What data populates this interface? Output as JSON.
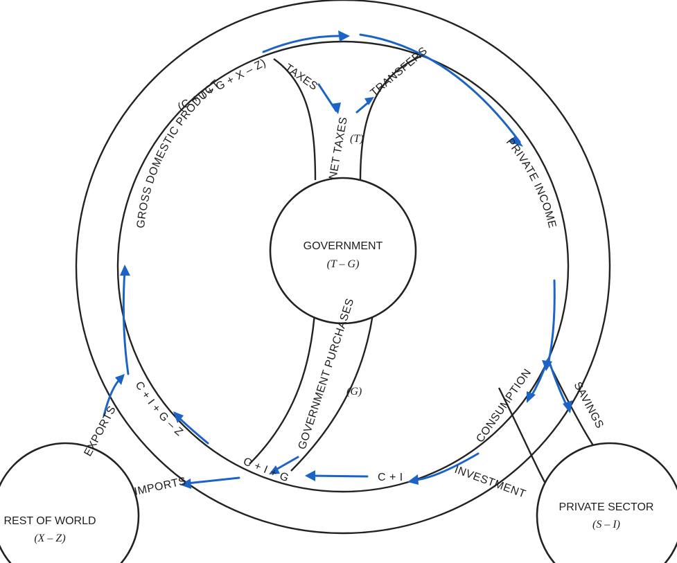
{
  "colors": {
    "flow": "#1b63c4",
    "ink": "#1d1d1d",
    "page": "#ffffff",
    "background": "#8f949c"
  },
  "nodes": {
    "government": {
      "title": "GOVERNMENT",
      "sub": "(T – G)"
    },
    "private_sector": {
      "title": "PRIVATE SECTOR",
      "sub": "(S – I)"
    },
    "rest_of_world": {
      "title": "REST OF WORLD",
      "sub": "(X – Z)"
    }
  },
  "labels": {
    "gdp": "GROSS DOMESTIC PRODUCT",
    "gdp_formula": "(C + I + G + X – Z)",
    "taxes": "TAXES",
    "transfers": "TRANSFERS",
    "net_taxes": "NET TAXES",
    "net_taxes_symbol": "(T)",
    "private_income": "PRIVATE INCOME",
    "consumption": "CONSUMPTION",
    "savings": "SAVINGS",
    "investment": "INVESTMENT",
    "c_plus_i": "C + I",
    "government_purchases": "GOVERNMENT PURCHASES",
    "government_purchases_symbol": "(G)",
    "c_plus_i_plus_g": "C + I + G",
    "imports": "IMPORTS",
    "exports": "EXPORTS",
    "cigz": "C + I + G – Z"
  }
}
